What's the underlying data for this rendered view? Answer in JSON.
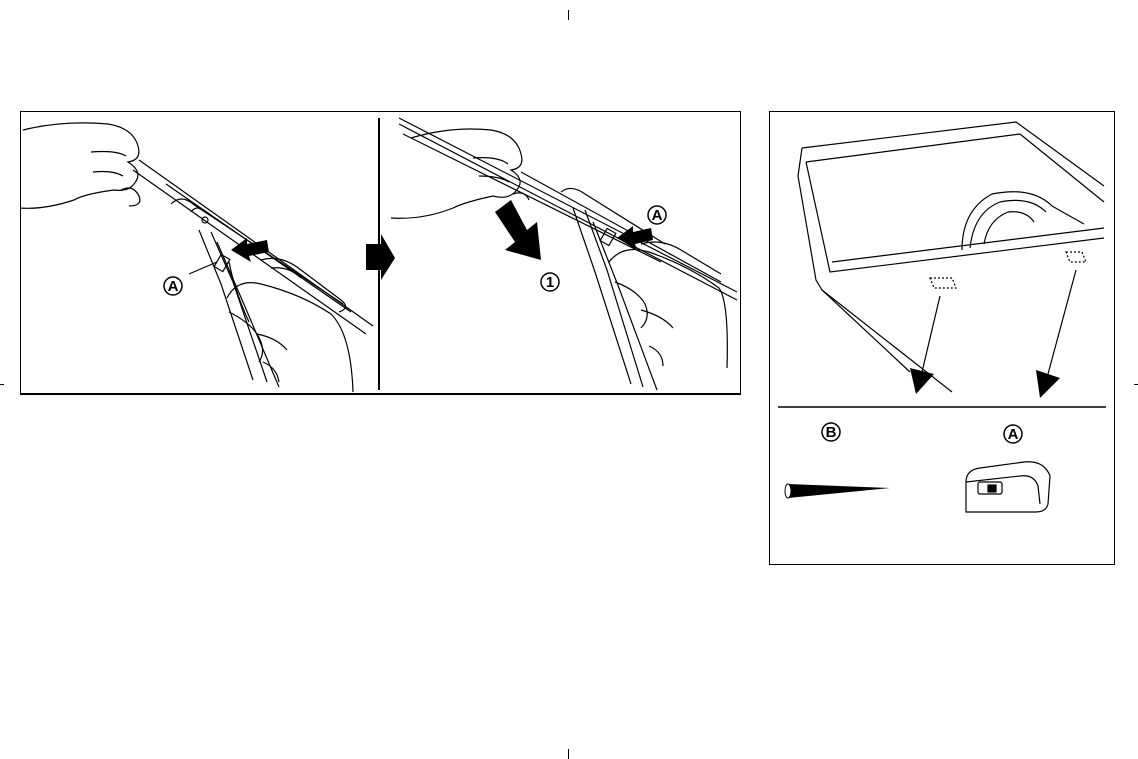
{
  "figure_1": {
    "step_1_callout": "A",
    "step_2_callout_a": "A",
    "step_2_callout_number": "1"
  },
  "figure_2": {
    "callout_b": "B",
    "callout_a": "A"
  },
  "colors": {
    "line": "#000000",
    "background": "#ffffff"
  }
}
